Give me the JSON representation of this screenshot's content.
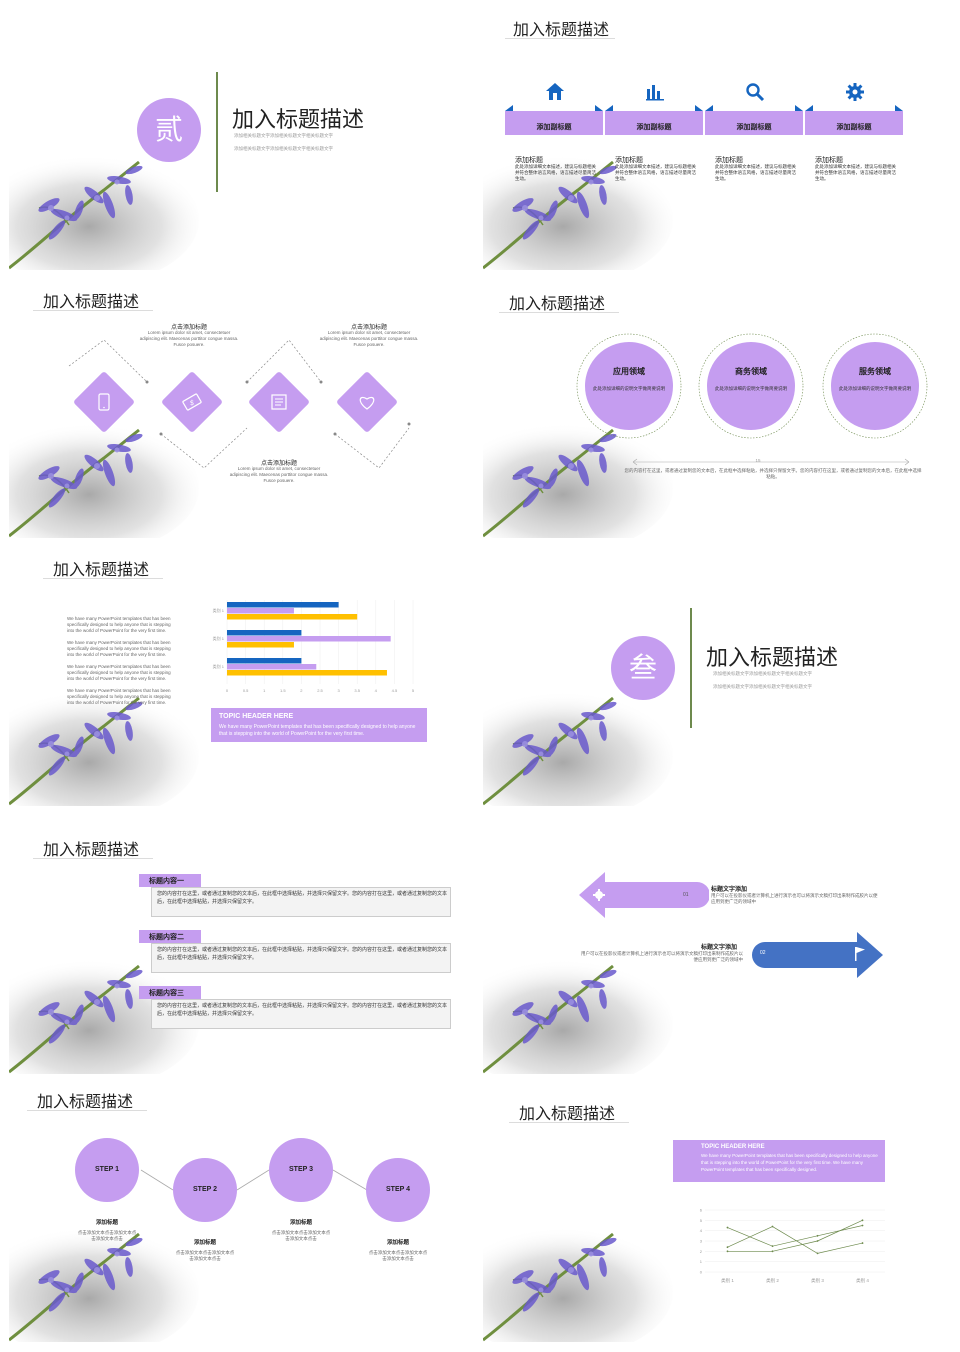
{
  "colors": {
    "purple": "#c59df0",
    "blue": "#1565c0",
    "olive": "#6d8a4d",
    "yellow": "#ffc000",
    "blue2": "#4472c4"
  },
  "s1": {
    "badge": "贰",
    "title": "加入标题描述",
    "lines": [
      "添加相关标题文字添加相关标题文字相关标题文字",
      "添加相关标题文字添加相关标题文字相关标题文字"
    ]
  },
  "s2": {
    "title": "加入标题描述",
    "cards": [
      {
        "icon": "home-icon",
        "label": "添加副标题",
        "head": "添加标题",
        "body": "此处添加详细文本描述，建议与标题相关并符合整体语言风格，语言描述尽量简洁生动。"
      },
      {
        "icon": "bar-chart-icon",
        "label": "添加副标题",
        "head": "添加标题",
        "body": "此处添加详细文本描述，建议与标题相关并符合整体语言风格，语言描述尽量简洁生动。"
      },
      {
        "icon": "search-icon",
        "label": "添加副标题",
        "head": "添加标题",
        "body": "此处添加详细文本描述，建议与标题相关并符合整体语言风格，语言描述尽量简洁生动。"
      },
      {
        "icon": "gear-icon",
        "label": "添加副标题",
        "head": "添加标题",
        "body": "此处添加详细文本描述，建议与标题相关并符合整体语言风格，语言描述尽量简洁生动。"
      }
    ]
  },
  "s3": {
    "title": "加入标题描述",
    "lorem": "Lorem ipsum dolor sit amet, consectetuer adipiscing elit. Maecenas porttitor congue massa. Fusce posuere.",
    "labels": [
      "点击添加标题",
      "点击添加标题",
      "点击添加标题"
    ],
    "icons": [
      "phone-icon",
      "money-icon",
      "document-icon",
      "heart-icon"
    ]
  },
  "s4": {
    "title": "加入标题描述",
    "circles": [
      {
        "title": "应用领域",
        "body": "此处添加详细的说明文字做简要说明"
      },
      {
        "title": "商务领域",
        "body": "此处添加详细的说明文字做简要说明"
      },
      {
        "title": "服务领域",
        "body": "此处添加详细的说明文字做简要说明"
      }
    ],
    "num": "15",
    "foot": "您的内容打在这里，或者通过复制您的文本后，在此框中选择粘贴，并选择只保留文字。您的内容打在这里，或者通过复制您的文本后，在此框中选择粘贴。"
  },
  "s5": {
    "title": "加入标题描述",
    "para": "We have many PowerPoint templates that has been specifically designed to help anyone that is stepping into the world of PowerPoint for the very first time.",
    "topic_head": "TOPIC HEADER HERE",
    "topic_body": "We have many PowerPoint templates that has been specifically designed to help anyone that is stepping into the world of PowerPoint for the very first time."
  },
  "chart_data": [
    {
      "type": "bar",
      "orientation": "horizontal",
      "categories": [
        "类别 1",
        "类别 1",
        "类别 1"
      ],
      "series": [
        {
          "values": [
            3.0,
            2.0,
            2.0
          ]
        },
        {
          "values": [
            1.8,
            4.4,
            2.4
          ]
        },
        {
          "values": [
            3.5,
            1.8,
            4.3
          ]
        }
      ],
      "x_ticks": [
        "0",
        "0.5",
        "1",
        "1.5",
        "2",
        "2.5",
        "3",
        "3.5",
        "4",
        "4.5",
        "5"
      ],
      "xlim": [
        0,
        5
      ]
    },
    {
      "type": "line",
      "categories": [
        "类别 1",
        "类别 2",
        "类别 3",
        "类别 4"
      ],
      "series": [
        {
          "values": [
            4.3,
            2.5,
            3.5,
            4.5
          ]
        },
        {
          "values": [
            2.4,
            4.4,
            1.8,
            2.8
          ]
        },
        {
          "values": [
            2.0,
            2.0,
            3.0,
            5.0
          ]
        }
      ],
      "y_ticks": [
        "0",
        "1",
        "2",
        "3",
        "4",
        "5",
        "6"
      ],
      "ylim": [
        0,
        6
      ]
    }
  ],
  "s6": {
    "badge": "叁",
    "title": "加入标题描述",
    "lines": [
      "添加相关标题文字添加相关标题文字相关标题文字",
      "添加相关标题文字添加相关标题文字相关标题文字"
    ]
  },
  "s7": {
    "title": "加入标题描述",
    "items": [
      {
        "head": "标题内容一",
        "body": "您的内容打在这里，或者通过复制您的文本后，在此框中选择粘贴，并选择只保留文字。您的内容打在这里，或者通过复制您的文本后，在此框中选择粘贴，并选择只保留文字。"
      },
      {
        "head": "标题内容二",
        "body": "您的内容打在这里，或者通过复制您的文本后，在此框中选择粘贴，并选择只保留文字。您的内容打在这里，或者通过复制您的文本后，在此框中选择粘贴，并选择只保留文字。"
      },
      {
        "head": "标题内容三",
        "body": "您的内容打在这里，或者通过复制您的文本后，在此框中选择粘贴，并选择只保留文字。您的内容打在这里，或者通过复制您的文本后，在此框中选择粘贴，并选择只保留文字。"
      }
    ]
  },
  "s8": {
    "a_num": "01",
    "a_head": "标题文字添加",
    "a_body": "用户可以在投影仪或者计算机上进行演示也可以将演示文稿打印出来制作成胶片以便应用到更广泛的领域中",
    "b_num": "02",
    "b_head": "标题文字添加",
    "b_body": "用户可以在投影仪或者计算机上进行演示也可以将演示文稿打印出来制作成胶片以便应用到更广泛的领域中"
  },
  "s9": {
    "title": "加入标题描述",
    "steps": [
      {
        "label": "STEP 1",
        "head": "添加标题",
        "body": "点击添加文本点击添加文本点击添加文本点击"
      },
      {
        "label": "STEP 2",
        "head": "添加标题",
        "body": "点击添加文本点击添加文本点击添加文本点击"
      },
      {
        "label": "STEP 3",
        "head": "添加标题",
        "body": "点击添加文本点击添加文本点击添加文本点击"
      },
      {
        "label": "STEP 4",
        "head": "添加标题",
        "body": "点击添加文本点击添加文本点击添加文本点击"
      }
    ]
  },
  "s10": {
    "title": "加入标题描述",
    "topic_head": "TOPIC HEADER HERE",
    "topic_body": "We have many PowerPoint templates that has been specifically designed to help anyone that is stepping into the world of PowerPoint for the very first time. We have many PowerPoint templates that has been specifically designed."
  }
}
